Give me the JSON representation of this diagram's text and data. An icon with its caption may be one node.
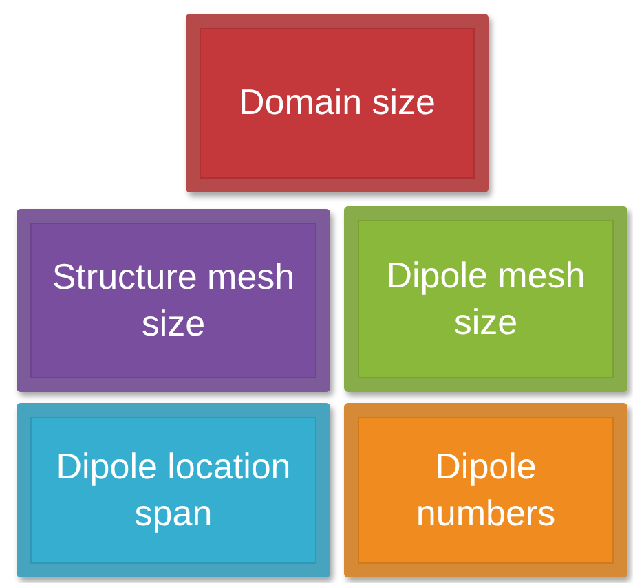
{
  "diagram": {
    "nodes": [
      {
        "text": [
          "Domain size"
        ]
      },
      {
        "text": [
          "Structure mesh size"
        ]
      },
      {
        "text": [
          "Dipole mesh size"
        ]
      },
      {
        "text": [
          "Dipole location span"
        ]
      },
      {
        "text": [
          "Dipole numbers"
        ]
      }
    ]
  }
}
